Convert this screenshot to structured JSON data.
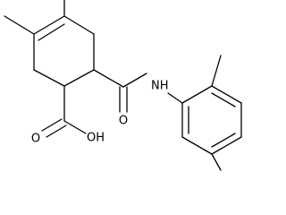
{
  "molecule": {
    "atom_labels": {
      "amide_nh": "NH",
      "amide_o": "O",
      "acid_oh": "OH",
      "acid_o": "O"
    }
  }
}
